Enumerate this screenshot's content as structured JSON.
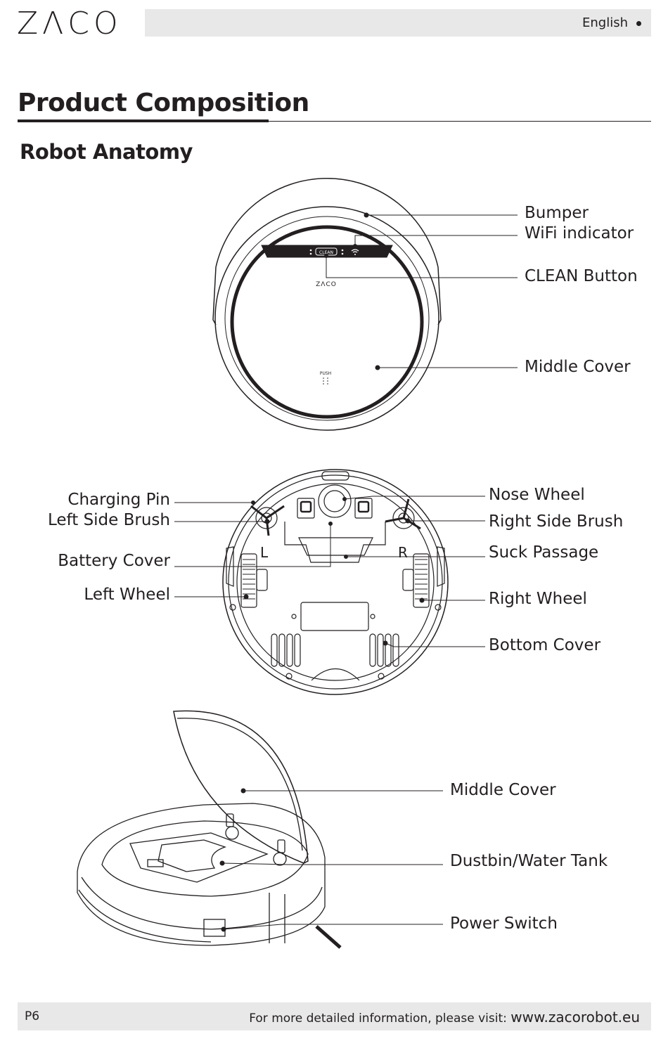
{
  "header": {
    "logo": "ZΛCO",
    "language": "English"
  },
  "title": "Product Composition",
  "subtitle": "Robot Anatomy",
  "top_view": {
    "labels": {
      "bumper": "Bumper",
      "wifi": "WiFi indicator",
      "clean": "CLEAN Button",
      "middle_cover": "Middle Cover"
    },
    "panel_clean": "CLEAN",
    "panel_logo": "ZΛCO",
    "push": "PUSH"
  },
  "bottom_view": {
    "labels": {
      "charging_pin": "Charging Pin",
      "left_side_brush": "Left Side Brush",
      "battery_cover": "Battery Cover",
      "left_wheel": "Left Wheel",
      "nose_wheel": "Nose Wheel",
      "right_side_brush": "Right Side Brush",
      "suck_passage": "Suck Passage",
      "right_wheel": "Right Wheel",
      "bottom_cover": "Bottom Cover"
    },
    "mark_l": "L",
    "mark_r": "R"
  },
  "open_view": {
    "labels": {
      "middle_cover": "Middle Cover",
      "dustbin": "Dustbin/Water Tank",
      "power_switch": "Power Switch"
    }
  },
  "footer": {
    "page": "P6",
    "text": "For more detailed information, please visit:",
    "url": "www.zacorobot.eu"
  }
}
